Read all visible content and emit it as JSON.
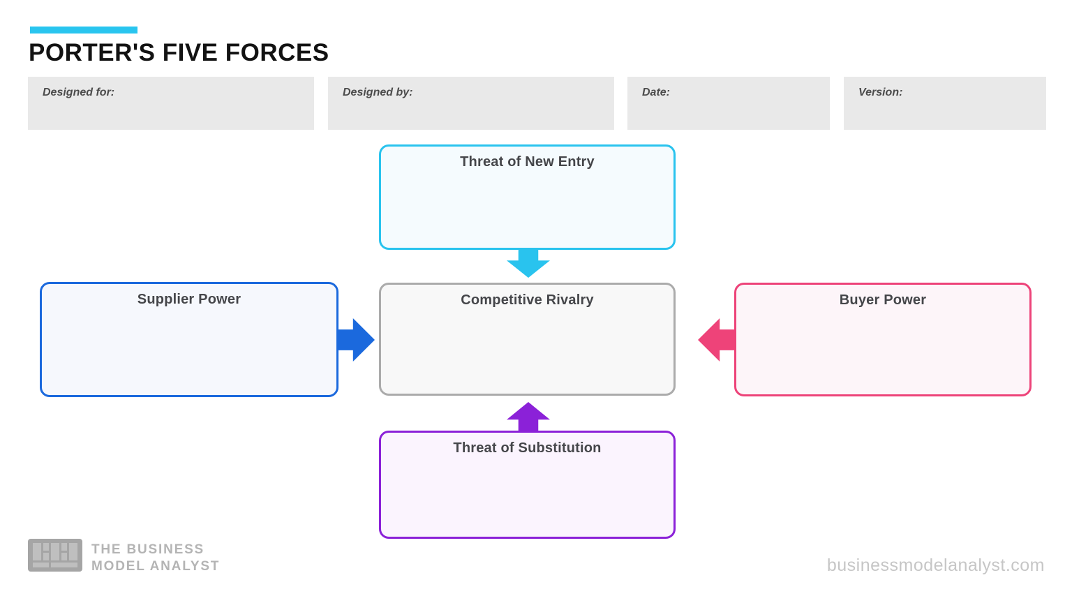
{
  "title": "PORTER'S FIVE FORCES",
  "header_fields": [
    {
      "label": "Designed for:"
    },
    {
      "label": "Designed by:"
    },
    {
      "label": "Date:"
    },
    {
      "label": "Version:"
    }
  ],
  "forces": {
    "new_entry": {
      "label": "Threat of New Entry",
      "border_color": "#29c3ee",
      "bg_color": "#f5fbfe",
      "arrow_direction": "down"
    },
    "supplier": {
      "label": "Supplier Power",
      "border_color": "#1b69dd",
      "bg_color": "#f6f8fd",
      "arrow_direction": "right"
    },
    "rivalry": {
      "label": "Competitive Rivalry",
      "border_color": "#ababab",
      "bg_color": "#f8f8f8",
      "arrow_direction": "none"
    },
    "buyer": {
      "label": "Buyer Power",
      "border_color": "#ed4379",
      "bg_color": "#fdf5f9",
      "arrow_direction": "left"
    },
    "substitution": {
      "label": "Threat of Substitution",
      "border_color": "#8b21d8",
      "bg_color": "#fbf4fe",
      "arrow_direction": "up"
    }
  },
  "colors": {
    "accent_cyan": "#29c5ef",
    "arrow_cyan": "#29c3ee",
    "arrow_blue": "#1b69dd",
    "arrow_pink": "#ee4379",
    "arrow_purple": "#8b21d8",
    "meta_box_bg": "#e9e9e9",
    "title_text": "#121212",
    "box_title_text": "#45464a",
    "footer_gray": "#b4b4b4"
  },
  "footer": {
    "brand_line1": "THE BUSINESS",
    "brand_line2": "MODEL ANALYST",
    "website": "businessmodelanalyst.com"
  }
}
